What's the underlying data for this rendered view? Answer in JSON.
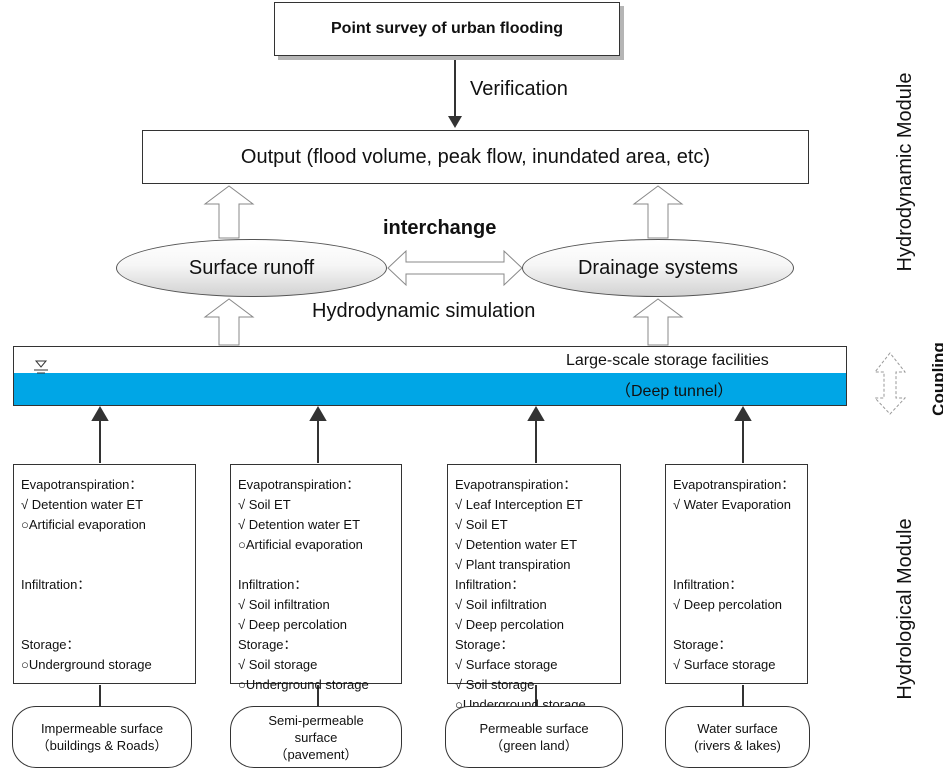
{
  "survey": "Point survey of urban flooding",
  "verification": "Verification",
  "output": "Output (flood volume, peak flow, inundated area, etc)",
  "interchange": "interchange",
  "surface_runoff": "Surface runoff",
  "drainage": "Drainage systems",
  "hydro_sim": "Hydrodynamic simulation",
  "storage": {
    "label": "Large-scale storage facilities",
    "sub": "（Deep tunnel）",
    "water_color": "#00a6e6"
  },
  "side": {
    "hydrodynamic": "Hydrodynamic Module",
    "hydrological": "Hydrological Module",
    "coupling": "Coupling"
  },
  "columns": [
    {
      "lines": [
        "Evapotranspiration：",
        "√ Detention water ET",
        "○Artificial evaporation",
        "",
        "",
        "Infiltration：",
        "",
        "",
        "Storage：",
        "○Underground storage"
      ]
    },
    {
      "lines": [
        "Evapotranspiration：",
        "√ Soil ET",
        "√ Detention water ET",
        "○Artificial evaporation",
        "",
        "Infiltration：",
        "√ Soil infiltration",
        "√ Deep percolation",
        "Storage：",
        "√ Soil storage",
        "○Underground storage"
      ]
    },
    {
      "lines": [
        "Evapotranspiration：",
        "√ Leaf Interception ET",
        "√ Soil ET",
        "√ Detention water ET",
        "√ Plant transpiration",
        "Infiltration：",
        "√ Soil infiltration",
        "√ Deep percolation",
        "Storage：",
        "√ Surface storage",
        "√ Soil storage",
        "○Underground storage"
      ]
    },
    {
      "lines": [
        "Evapotranspiration：",
        "√ Water Evaporation",
        "",
        "",
        "",
        "Infiltration：",
        "√ Deep percolation",
        "",
        "Storage：",
        "√ Surface storage"
      ]
    }
  ],
  "surfaces": [
    {
      "line1": "Impermeable surface",
      "line2": "（buildings & Roads）"
    },
    {
      "line1": "Semi-permeable surface",
      "line2": "（pavement）"
    },
    {
      "line1": "Permeable surface",
      "line2": "（green land）"
    },
    {
      "line1": "Water surface",
      "line2": "(rivers & lakes)"
    }
  ]
}
